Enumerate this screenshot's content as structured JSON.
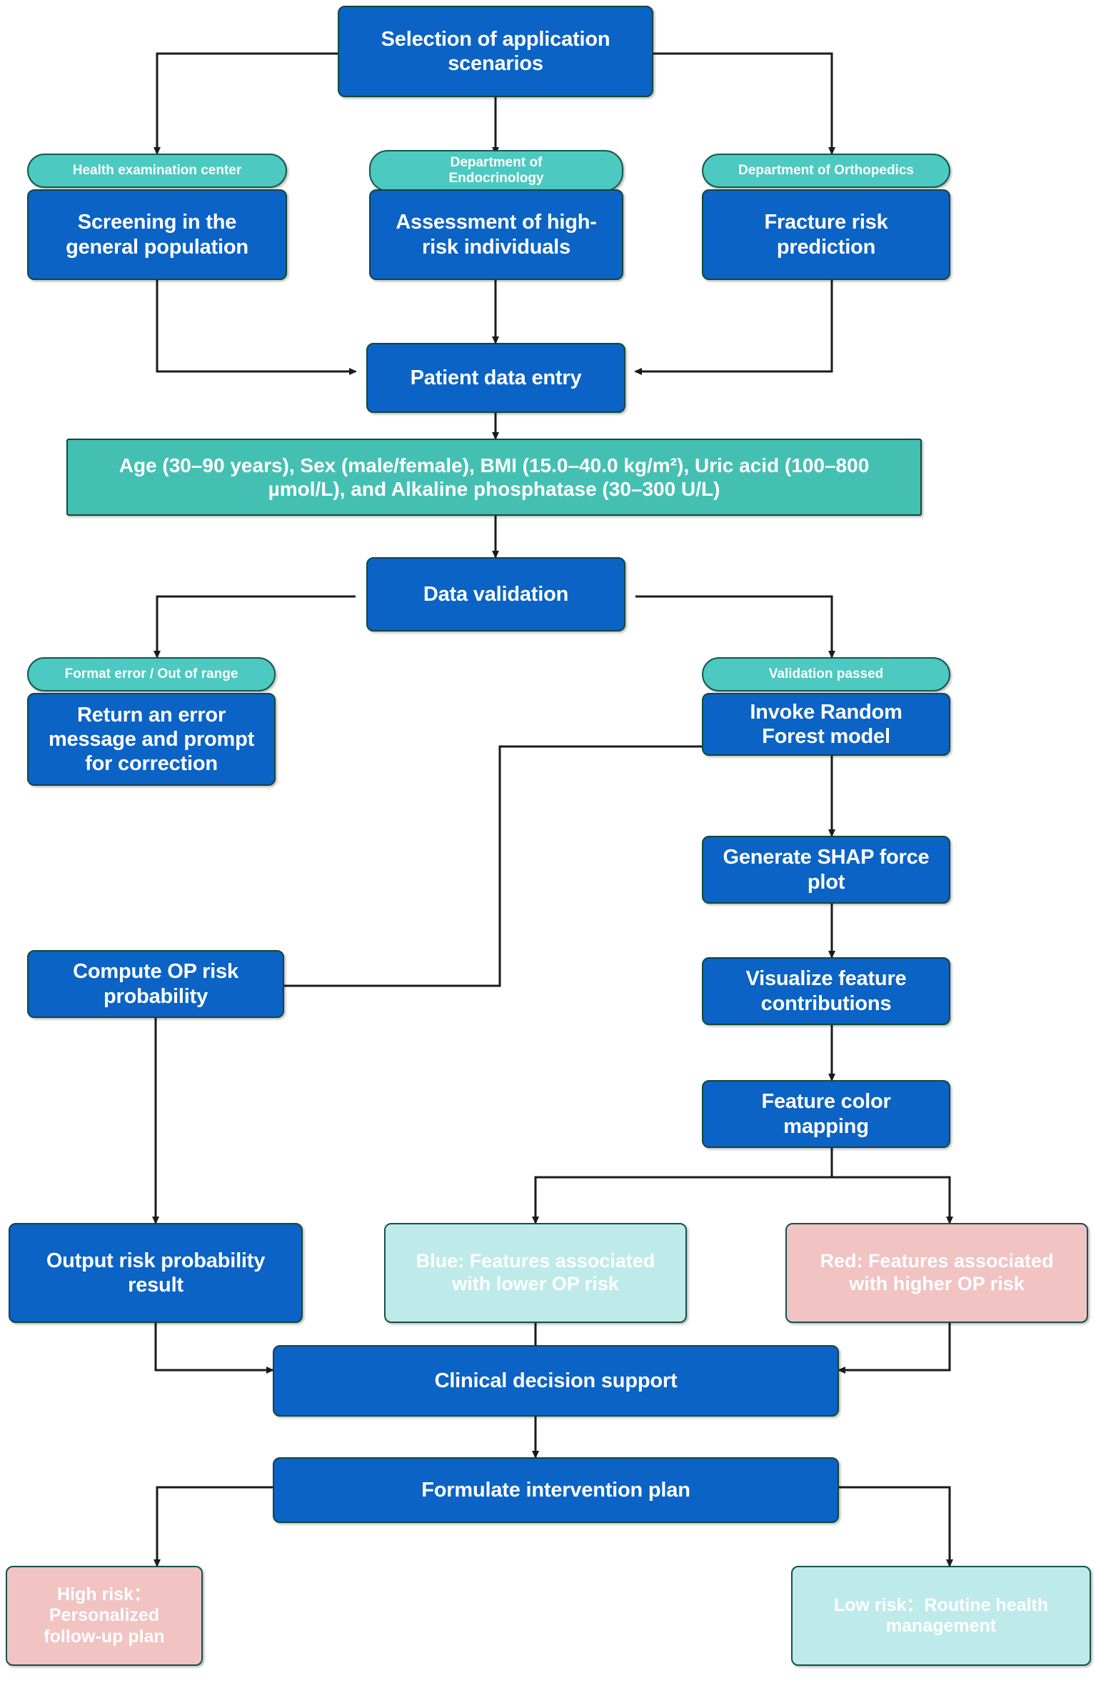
{
  "diagram": {
    "title": "Osteoporosis risk prediction application workflow",
    "colors": {
      "process_blue": "#0b63c5",
      "pill_teal": "#4cc9c0",
      "band_teal": "#44c0b3",
      "light_blue": "#bfeaea",
      "light_red": "#f2c3c3",
      "border": "#11473f",
      "edge": "#1a1a1a",
      "text_on_dark": "#ffffff"
    },
    "nodes": {
      "selection": "Selection of application\nscenarios",
      "pill_health_center": "Health examination center",
      "pill_endocrinology": "Department of\nEndocrinology",
      "pill_orthopedics": "Department of Orthopedics",
      "screening": "Screening in the\ngeneral population",
      "assessment": "Assessment of high-\nrisk individuals",
      "fracture": "Fracture risk\nprediction",
      "patient_data_entry": "Patient data entry",
      "variables_band": "Age (30–90 years), Sex (male/female), BMI (15.0–40.0 kg/m²), Uric acid (100–800 µmol/L), and Alkaline phosphatase (30–300 U/L)",
      "data_validation": "Data validation",
      "pill_format_error": "Format error / Out of range",
      "pill_validation_passed": "Validation passed",
      "return_error": "Return an error\nmessage and prompt\nfor correction",
      "invoke_rf": "Invoke Random\nForest model",
      "generate_shap": "Generate SHAP force\nplot",
      "visualize_features": "Visualize feature\ncontributions",
      "feature_color_mapping": "Feature color\nmapping",
      "compute_op_risk": "Compute OP risk\nprobability",
      "output_risk": "Output risk probability\nresult",
      "blue_features": "Blue: Features associated\nwith lower OP risk",
      "red_features": "Red: Features associated\nwith higher OP risk",
      "clinical_decision": "Clinical decision support",
      "intervention_plan": "Formulate intervention plan",
      "high_risk": "High risk：Personalized\nfollow-up plan",
      "low_risk": "Low risk：Routine health\nmanagement"
    }
  }
}
